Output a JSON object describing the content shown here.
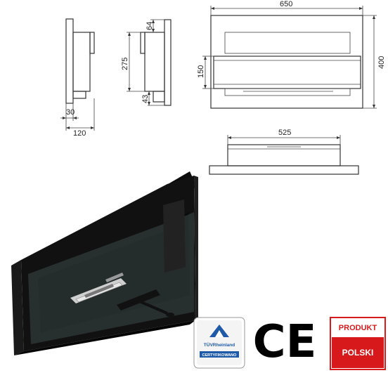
{
  "dimensions": {
    "side_width_30": "30",
    "side_width_120": "120",
    "height_275": "275",
    "top_offset_64": "64",
    "bottom_offset_43": "43",
    "front_width_650": "650",
    "front_height_400": "400",
    "front_opening_150": "150",
    "top_width_525": "525"
  },
  "badges": {
    "tuv_name": "TÜVRheinland",
    "tuv_sub": "CERTYFIKOWANO",
    "ce_mark": "CE",
    "produkt_top": "PRODUKT",
    "produkt_bottom": "POLSKI"
  },
  "colors": {
    "drawing_line": "#333333",
    "fireplace_black": "#0e0e0e",
    "glass": "#3a4a48",
    "tuv_blue": "#1e5aa8",
    "produkt_red": "#d7191c"
  }
}
